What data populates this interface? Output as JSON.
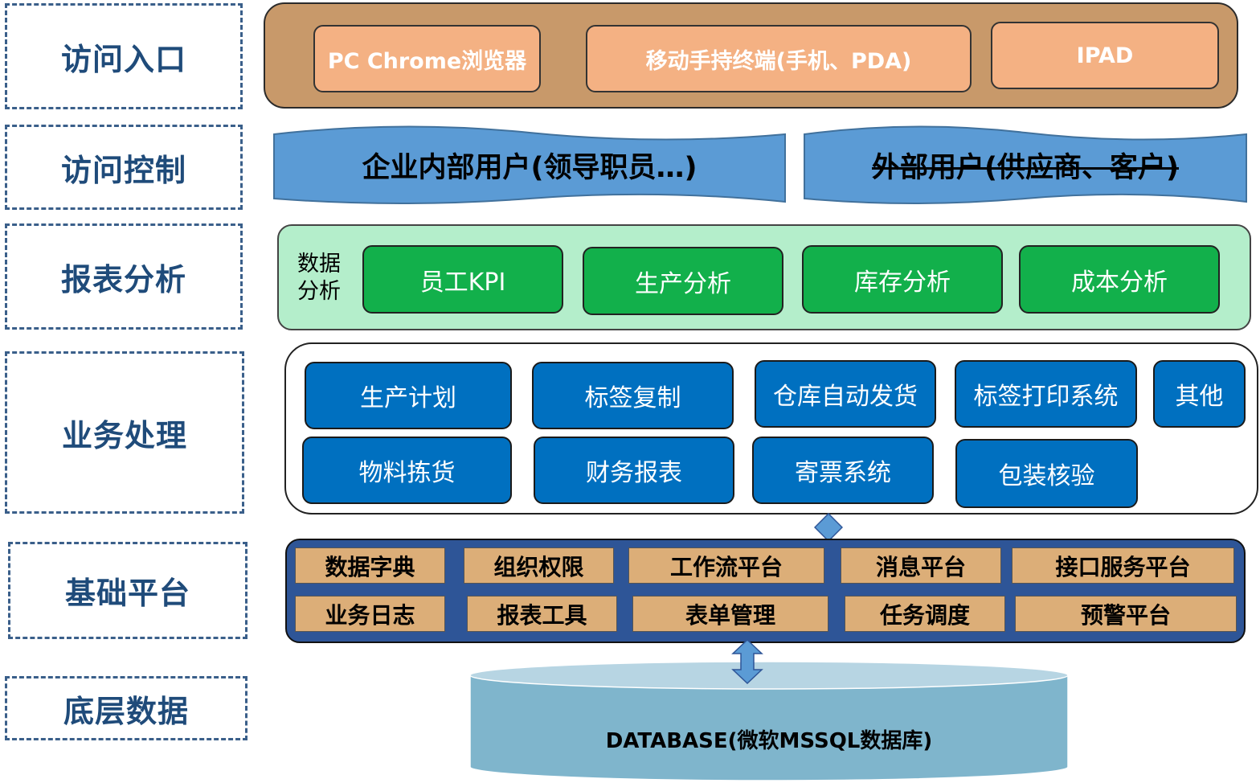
{
  "layers": {
    "entry": "访问入口",
    "control": "访问控制",
    "report": "报表分析",
    "business": "业务处理",
    "platform": "基础平台",
    "data": "底层数据"
  },
  "entry": {
    "items": [
      "PC Chrome浏览器",
      "移动手持终端(手机、PDA)",
      "IPAD"
    ]
  },
  "control": {
    "internal": "企业内部用户(领导职员…)",
    "external": "外部用户(供应商、客户)"
  },
  "report": {
    "title_line1": "数据",
    "title_line2": "分析",
    "items": [
      "员工KPI",
      "生产分析",
      "库存分析",
      "成本分析"
    ]
  },
  "business": {
    "row1": [
      "生产计划",
      "标签复制",
      "仓库自动发货",
      "标签打印系统",
      "其他"
    ],
    "row2": [
      "物料拣货",
      "财务报表",
      "寄票系统",
      "包装核验"
    ]
  },
  "platform": {
    "row1": [
      "数据字典",
      "组织权限",
      "工作流平台",
      "消息平台",
      "接口服务平台"
    ],
    "row2": [
      "业务日志",
      "报表工具",
      "表单管理",
      "任务调度",
      "预警平台"
    ]
  },
  "database": {
    "label": "DATABASE(微软MSSQL数据库)"
  },
  "colors": {
    "entry_band": "#c8996a",
    "entry_box": "#f4b183",
    "banner": "#5b9bd5",
    "analysis_band": "#b4eecb",
    "analysis_button": "#12b04b",
    "business_button": "#0070c0",
    "platform_band": "#2e5597",
    "platform_cell": "#dcae78",
    "database": "#7fb5cc"
  }
}
